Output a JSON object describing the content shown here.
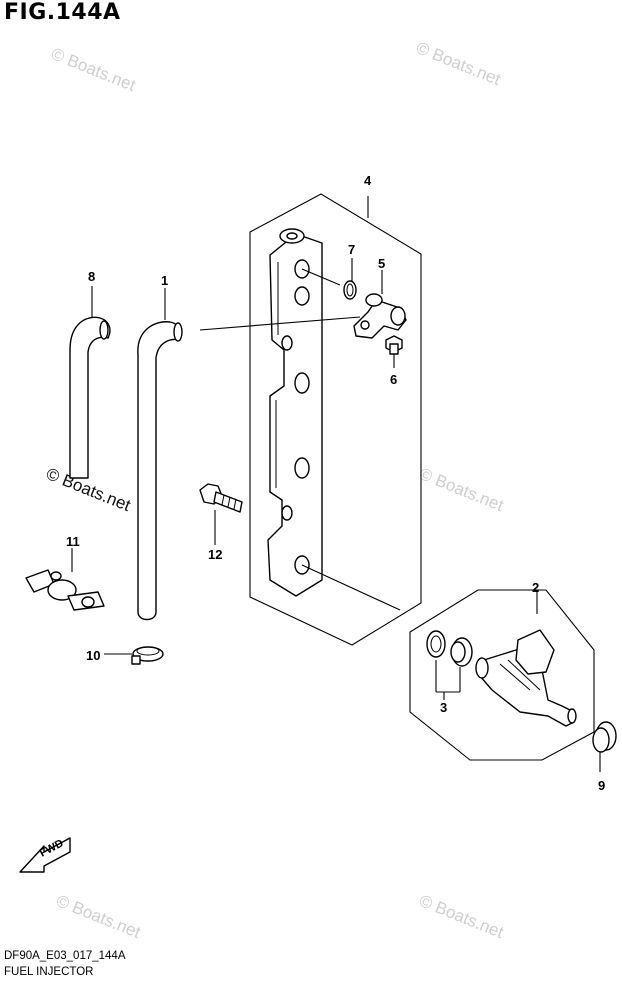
{
  "figure": {
    "title": "FIG.144A",
    "code": "DF90A_E03_017_144A",
    "name": "FUEL INJECTOR"
  },
  "callouts": [
    "1",
    "2",
    "3",
    "4",
    "5",
    "6",
    "7",
    "8",
    "9",
    "10",
    "11",
    "12"
  ],
  "fwd_label": "FWD",
  "watermark": "© Boats.net",
  "colors": {
    "line": "#000000",
    "watermark": "#cfcfcf",
    "background": "#ffffff"
  }
}
